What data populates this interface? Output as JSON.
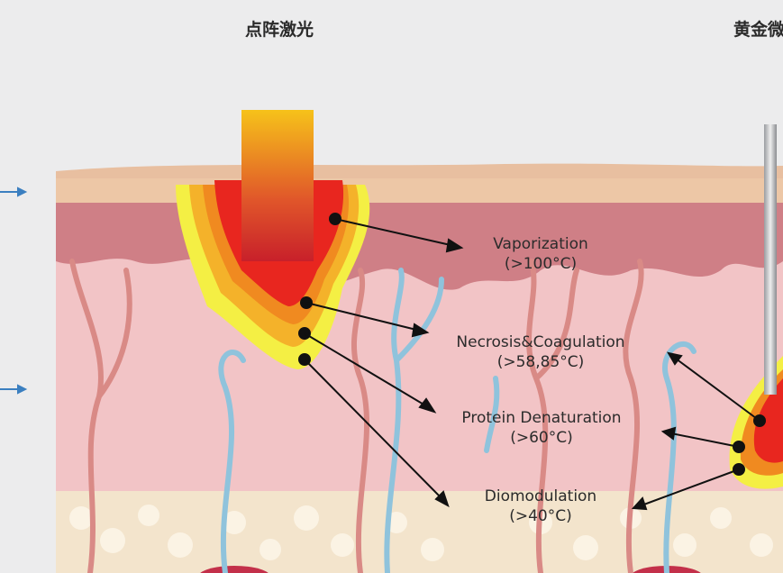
{
  "titles": {
    "left": "点阵激光",
    "right": "黄金微"
  },
  "labels": [
    {
      "name": "Vaporization",
      "temp": "(>100°C)"
    },
    {
      "name": "Necrosis&Coagulation",
      "temp": "(>58,85°C)"
    },
    {
      "name": "Protein Denaturation",
      "temp": "(>60°C)"
    },
    {
      "name": "Diomodulation",
      "temp": "(>40°C)"
    }
  ],
  "colors": {
    "epidermis": "#e8bfa0",
    "dermis_upper": "#cf7f86",
    "dermis": "#f2c4c6",
    "fat": "#f3e4cc",
    "vessel_red": "#d98a86",
    "vessel_blue": "#8fc3dc",
    "arrow_blue": "#3b7fc0"
  }
}
